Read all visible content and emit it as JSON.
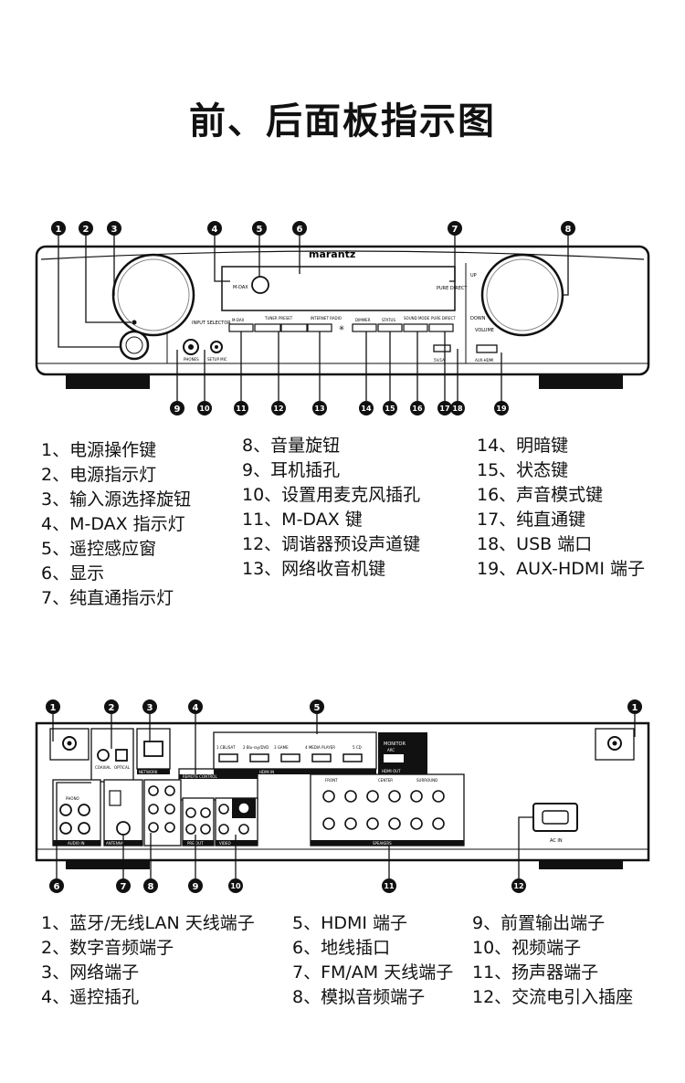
{
  "title": "前、后面板指示图",
  "front": {
    "brand": "marantz",
    "labels": {
      "mdax": "M-DAX",
      "input_selector": "INPUT SELECTOR",
      "tuner_preset": "TUNER PRESET",
      "internet_radio": "INTERNET RADIO",
      "mdax_btn": "M-DAX",
      "dimmer": "DIMMER",
      "status": "STATUS",
      "sound_mode": "SOUND MODE",
      "pure_direct": "PURE DIRECT",
      "pure_direct_ind": "PURE DIRECT",
      "phones": "PHONES",
      "setup_mic": "SETUP MIC",
      "up": "UP",
      "down": "DOWN",
      "volume": "VOLUME",
      "usb": "5V/1A",
      "aux_hdmi": "AUX-HDMI"
    },
    "legend": [
      [
        "1、电源操作键",
        "2、电源指示灯",
        "3、输入源选择旋钮",
        "4、M-DAX 指示灯",
        "5、遥控感应窗",
        "6、显示",
        "7、纯直通指示灯"
      ],
      [
        "8、音量旋钮",
        "9、耳机插孔",
        "10、设置用麦克风插孔",
        "11、M-DAX 键",
        "12、调谐器预设声道键",
        "13、网络收音机键"
      ],
      [
        "14、明暗键",
        "15、状态键",
        "16、声音模式键",
        "17、纯直通键",
        "18、USB 端口",
        "19、AUX-HDMI 端子"
      ]
    ]
  },
  "rear": {
    "labels": {
      "hdmi_inputs": [
        "1 CBL/SAT",
        "2 Blu-ray/DVD",
        "3 GAME",
        "4 MEDIA PLAYER",
        "5 CD"
      ],
      "monitor": "MONITOR",
      "arc": "ARC",
      "hdmi_in": "HDMI IN",
      "hdmi_out": "HDMI OUT",
      "network": "NETWORK",
      "remote_control": "REMOTE CONTROL",
      "antenna": "ANTENNA",
      "audio_in": "AUDIO IN",
      "pre_out": "PRE OUT",
      "video": "VIDEO",
      "speakers": "SPEAKERS",
      "ac_in": "AC IN",
      "front": "FRONT",
      "center": "CENTER",
      "surround": "SURROUND",
      "phono": "PHONO",
      "coaxial": "COAXIAL",
      "optical": "OPTICAL"
    },
    "legend": [
      [
        "1、蓝牙/无线LAN 天线端子",
        "2、数字音频端子",
        "3、网络端子",
        "4、遥控插孔"
      ],
      [
        "5、HDMI 端子",
        "6、地线插口",
        "7、FM/AM 天线端子",
        "8、模拟音频端子"
      ],
      [
        "9、前置输出端子",
        "10、视频端子",
        "11、扬声器端子",
        "12、交流电引入插座"
      ]
    ]
  },
  "colors": {
    "ink": "#111111",
    "panel": "#ffffff",
    "dark": "#1a1a1a"
  }
}
